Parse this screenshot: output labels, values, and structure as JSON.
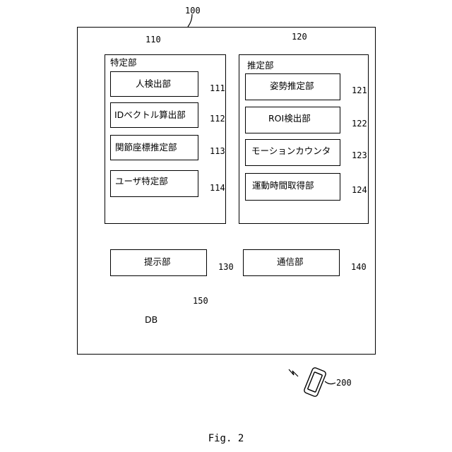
{
  "outer": {
    "ref": "100"
  },
  "block_110": {
    "ref": "110",
    "title": "特定部",
    "items": [
      {
        "label": "人検出部",
        "ref": "111"
      },
      {
        "label": "IDベクトル算出部",
        "ref": "112"
      },
      {
        "label": "関節座標推定部",
        "ref": "113"
      },
      {
        "label": "ユーザ特定部",
        "ref": "114"
      }
    ]
  },
  "block_120": {
    "ref": "120",
    "title": "推定部",
    "items": [
      {
        "label": "姿勢推定部",
        "ref": "121"
      },
      {
        "label": "ROI検出部",
        "ref": "122"
      },
      {
        "label": "モーションカウンタ",
        "ref": "123"
      },
      {
        "label": "運動時間取得部",
        "ref": "124"
      }
    ]
  },
  "presentation": {
    "label": "提示部",
    "ref": "130"
  },
  "communication": {
    "label": "通信部",
    "ref": "140"
  },
  "database": {
    "label": "DB",
    "ref": "150"
  },
  "device": {
    "ref": "200",
    "icon": "smartphone-icon"
  },
  "caption": "Fig. 2"
}
